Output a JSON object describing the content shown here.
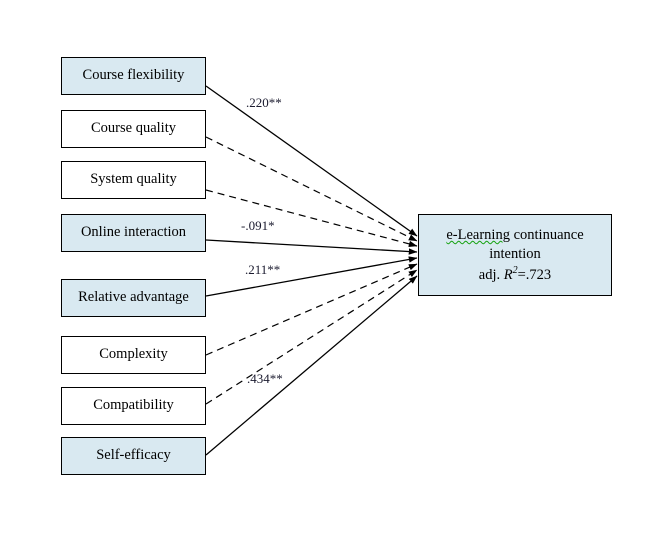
{
  "figure": {
    "title": "e-Learning continuance intention research model",
    "background_color": "#ffffff",
    "shaded_node_color": "#d9e9f1",
    "line_color": "#000000",
    "spellcheck_underline_color": "#13a10e"
  },
  "predictors": [
    {
      "id": "course-flexibility",
      "label": "Course flexibility",
      "shaded": true,
      "path_style": "solid",
      "coefficient": ".220**"
    },
    {
      "id": "course-quality",
      "label": "Course quality",
      "shaded": false,
      "path_style": "dashed",
      "coefficient": ""
    },
    {
      "id": "system-quality",
      "label": "System quality",
      "shaded": false,
      "path_style": "dashed",
      "coefficient": ""
    },
    {
      "id": "online-interaction",
      "label": "Online interaction",
      "shaded": true,
      "path_style": "solid",
      "coefficient": "-.091*"
    },
    {
      "id": "relative-advantage",
      "label": "Relative advantage",
      "shaded": true,
      "path_style": "solid",
      "coefficient": ".211**"
    },
    {
      "id": "complexity",
      "label": "Complexity",
      "shaded": false,
      "path_style": "dashed",
      "coefficient": ""
    },
    {
      "id": "compatibility",
      "label": "Compatibility",
      "shaded": false,
      "path_style": "dashed",
      "coefficient": ""
    },
    {
      "id": "self-efficacy",
      "label": "Self-efficacy",
      "shaded": true,
      "path_style": "solid",
      "coefficient": ".434**"
    }
  ],
  "outcome": {
    "line1_a": "e-Learning",
    "line1_b": " continuance",
    "line2": "intention",
    "line3_prefix": "adj. ",
    "line3_symbol": "R",
    "line3_exponent": "2",
    "line3_suffix": "=.723"
  },
  "path_labels": [
    {
      "id": "label-course-flexibility",
      "text": ".220**"
    },
    {
      "id": "label-online-interaction",
      "text": "-.091*"
    },
    {
      "id": "label-relative-advantage",
      "text": ".211**"
    },
    {
      "id": "label-self-efficacy",
      "text": ".434**"
    }
  ]
}
